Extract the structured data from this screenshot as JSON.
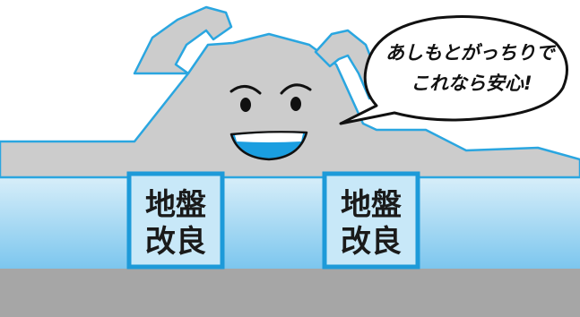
{
  "speech_bubble": {
    "line1": "あしもとがっちりで",
    "line2": "これなら安心!"
  },
  "pillars": [
    {
      "line1": "地盤",
      "line2": "改良"
    },
    {
      "line1": "地盤",
      "line2": "改良"
    }
  ],
  "colors": {
    "ground_top_gray": "#c9c9c9",
    "rock_body": "#cfcfcf",
    "rock_outline": "#2aa6e0",
    "water_top": "#bfe4f7",
    "water_bottom": "#7dc6ee",
    "bedrock": "#a5a5a5",
    "pillar_fill": "#c7e8f8",
    "pillar_border": "#1d9ad9",
    "mouth_fill": "#1a9ee0",
    "text": "#1a1a1a"
  }
}
